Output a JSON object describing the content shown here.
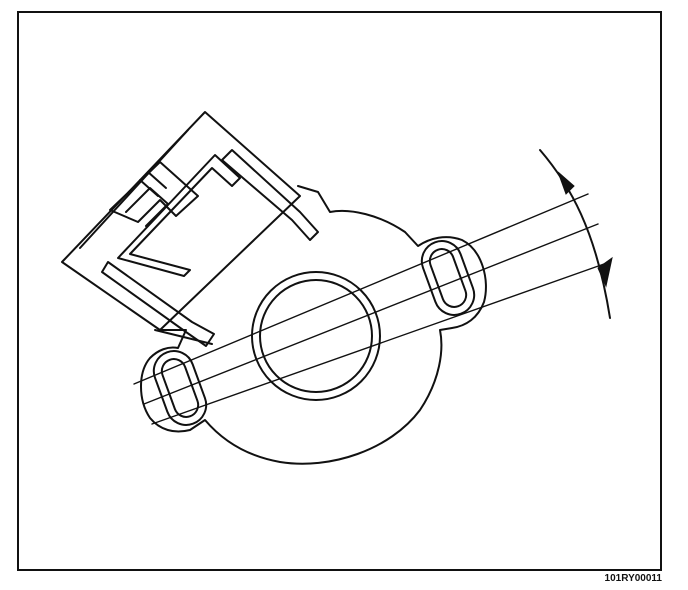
{
  "figure": {
    "reference_code": "101RY00011",
    "subject": "throttle-position-sensor",
    "angle_indicator": "adjustment-arc-with-arrows"
  }
}
